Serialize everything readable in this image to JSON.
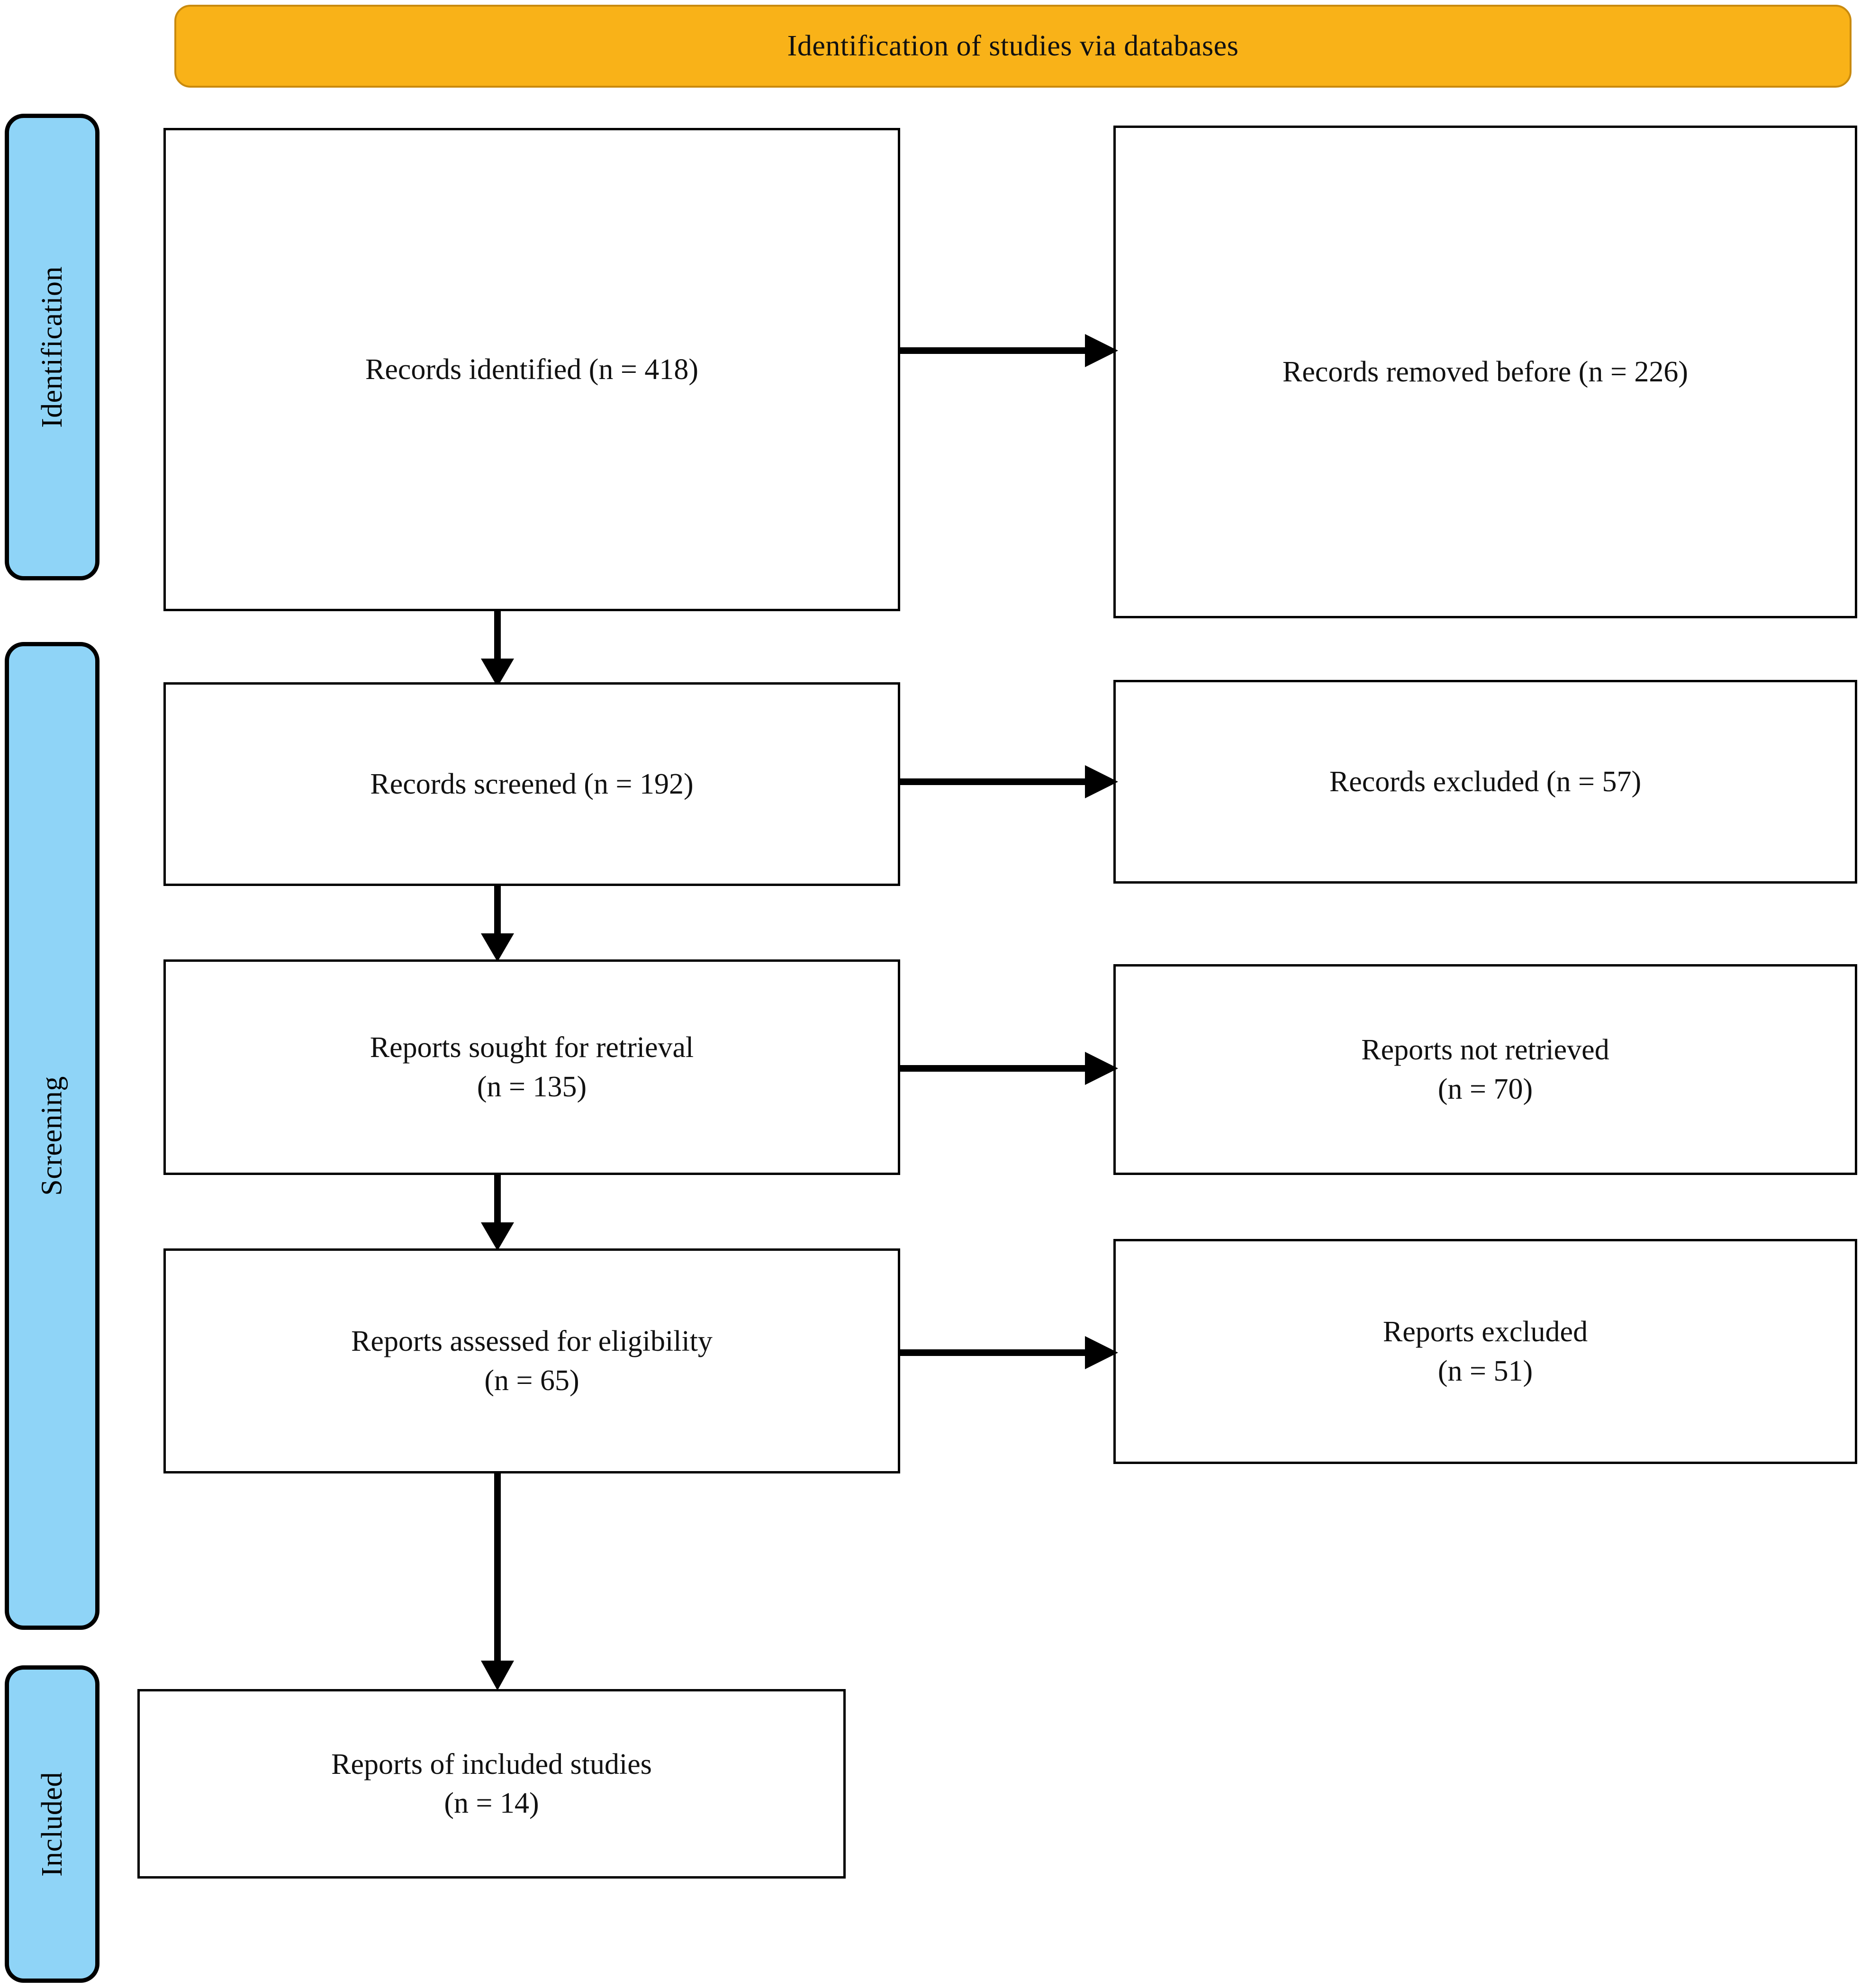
{
  "figure": {
    "type": "prisma-flow-diagram",
    "banner": {
      "label": "Identification of studies via databases",
      "color": "#F9B218"
    },
    "rails": [
      {
        "label": "Identification",
        "color": "#8FD4F7"
      },
      {
        "label": "Screening",
        "color": "#8FD4F7"
      },
      {
        "label": "Included",
        "color": "#8FD4F7"
      }
    ],
    "nodes": {
      "records_identified": "Records identified (n = 418)",
      "records_removed": "Records removed before (n = 226)",
      "records_screened": "Records screened (n = 192)",
      "records_excluded": "Records excluded (n = 57)",
      "reports_sought": "Reports sought for retrieval\n(n = 135)",
      "reports_not_retrieved": "Reports not retrieved\n(n = 70)",
      "reports_assessed": "Reports assessed for eligibility\n(n = 65)",
      "reports_excluded": "Reports excluded\n(n = 51)",
      "reports_included": "Reports of included studies\n(n = 14)"
    },
    "counts": {
      "records_identified": 418,
      "records_removed_before_screening": 226,
      "records_screened": 192,
      "records_excluded": 57,
      "reports_sought_for_retrieval": 135,
      "reports_not_retrieved": 70,
      "reports_assessed_for_eligibility": 65,
      "reports_excluded": 51,
      "reports_of_included_studies": 14
    }
  }
}
